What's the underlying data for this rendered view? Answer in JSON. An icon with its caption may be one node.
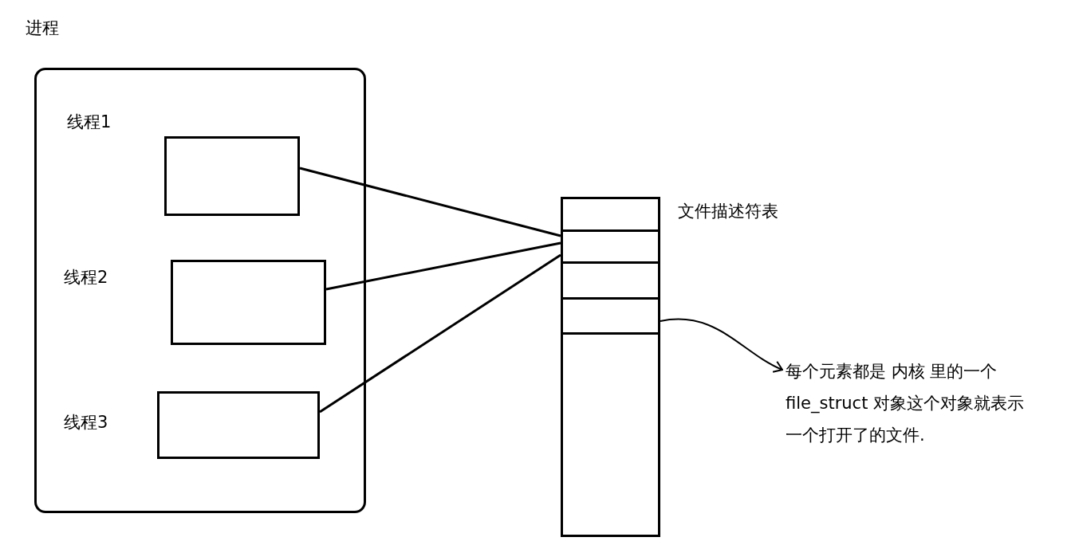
{
  "diagram": {
    "nodes": [
      {
        "text": [
          "进程"
        ]
      },
      {
        "text": [
          "线程1"
        ],
        "in": 0
      },
      {
        "text": [
          "线程2"
        ],
        "in": 0
      },
      {
        "text": [
          "线程3"
        ],
        "in": 0
      },
      {
        "text": [
          "文件描述符表"
        ]
      },
      {
        "text": [
          "每个元素都是 内核 里的一个 file_struct 对象这个对象就表示一个打开了的文件."
        ]
      }
    ],
    "edges": [
      {
        "from": 1,
        "to": 4,
        "arrow": "none"
      },
      {
        "from": 2,
        "to": 4,
        "arrow": "none"
      },
      {
        "from": 3,
        "to": 4,
        "arrow": "none"
      },
      {
        "from": 4,
        "to": 5,
        "arrow": "to"
      }
    ]
  }
}
